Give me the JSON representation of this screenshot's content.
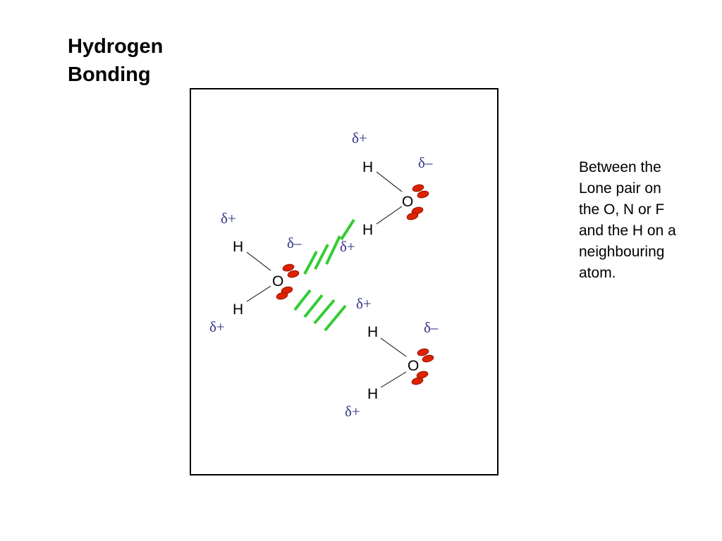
{
  "title": {
    "line1": "Hydrogen",
    "line2": "Bonding"
  },
  "description": {
    "lines": [
      "Between the",
      "Lone pair on",
      "the O, N or F",
      "and the H on a",
      "neighbouring",
      "atom."
    ]
  },
  "colors": {
    "charge_text": "#33338a",
    "lone_pair_fill": "#dd2200",
    "lone_pair_stroke": "#991100",
    "hydrogen_bond": "#33cc33",
    "covalent_bond": "#000000"
  },
  "molecules": [
    {
      "name": "water-top",
      "oxygen": "O",
      "hydrogen_top": "H",
      "hydrogen_bottom": "H",
      "charge_oxygen": "δ–",
      "charge_h_top": "δ+",
      "charge_h_bottom": "δ+"
    },
    {
      "name": "water-left",
      "oxygen": "O",
      "hydrogen_top": "H",
      "hydrogen_bottom": "H",
      "charge_oxygen": "δ–",
      "charge_h_top": "δ+",
      "charge_h_bottom": "δ+"
    },
    {
      "name": "water-bottom",
      "oxygen": "O",
      "hydrogen_top": "H",
      "hydrogen_bottom": "H",
      "charge_oxygen": "δ–",
      "charge_h_top": "δ+",
      "charge_h_bottom": "δ+"
    }
  ],
  "hydrogen_bonds": [
    {
      "name": "hbond-upper",
      "dash_count": 4
    },
    {
      "name": "hbond-lower",
      "dash_count": 4
    }
  ]
}
